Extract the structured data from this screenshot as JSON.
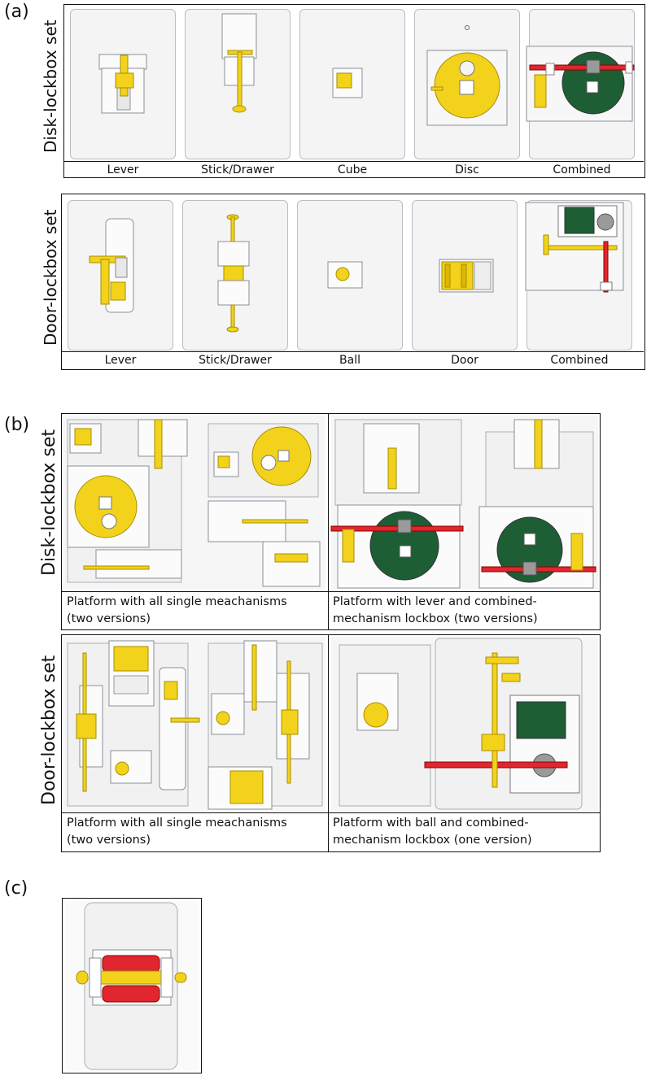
{
  "panels": {
    "a": "(a)",
    "b": "(b)",
    "c": "(c)"
  },
  "a": {
    "disk_set_label": "Disk-lockbox set",
    "door_set_label": "Door-lockbox set",
    "disk_items": [
      "Lever",
      "Stick/Drawer",
      "Cube",
      "Disc",
      "Combined"
    ],
    "door_items": [
      "Lever",
      "Stick/Drawer",
      "Ball",
      "Door",
      "Combined"
    ]
  },
  "b": {
    "disk_set_label": "Disk-lockbox set",
    "door_set_label": "Door-lockbox set",
    "disk_left_caption": [
      "Platform with all single meachanisms",
      "(two versions)"
    ],
    "disk_right_caption": [
      "Platform with lever and combined-",
      "mechanism lockbox (two versions)"
    ],
    "door_left_caption": [
      "Platform with all single meachanisms",
      "(two versions)"
    ],
    "door_right_caption": [
      "Platform with ball and combined-",
      "mechanism lockbox (one version)"
    ]
  },
  "colors": {
    "yellow": "#f2d21b",
    "green": "#1d5e35",
    "red": "#e0262f",
    "grey": "#9a9a9a",
    "panel_bg": "#f4f4f5"
  }
}
